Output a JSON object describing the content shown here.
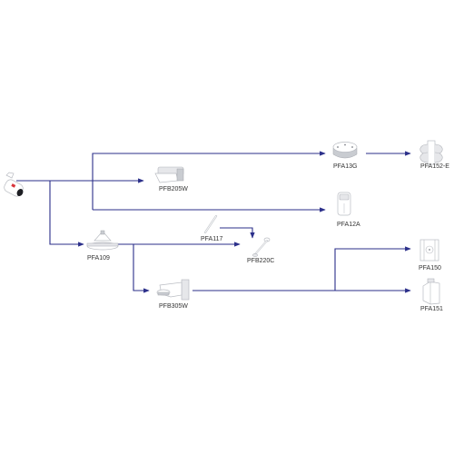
{
  "colors": {
    "connector": "#2b2f8a",
    "accessory_body": "#f2f3f5",
    "camera_accent": "#d8343a",
    "background": "#ffffff"
  },
  "nodes": {
    "camera": {
      "label": "",
      "icon": "bullet-camera-icon"
    },
    "pfa13g": {
      "label": "PFA13G",
      "icon": "junction-box-icon"
    },
    "pfa152e": {
      "label": "PFA152-E",
      "icon": "pole-mount-bracket-icon"
    },
    "pfb205w": {
      "label": "PFB205W",
      "icon": "wall-bracket-icon"
    },
    "pfa12a": {
      "label": "PFA12A",
      "icon": "mount-adapter-icon"
    },
    "pfa109": {
      "label": "PFA109",
      "icon": "dome-mount-adapter-icon"
    },
    "pfa117": {
      "label": "PFA117",
      "icon": "rod-icon"
    },
    "pfb220c": {
      "label": "PFB220C",
      "icon": "ceiling-pendant-icon"
    },
    "pfb305w": {
      "label": "PFB305W",
      "icon": "wall-mount-bracket-icon"
    },
    "pfa150": {
      "label": "PFA150",
      "icon": "pole-mount-icon"
    },
    "pfa151": {
      "label": "PFA151",
      "icon": "corner-mount-icon"
    }
  }
}
